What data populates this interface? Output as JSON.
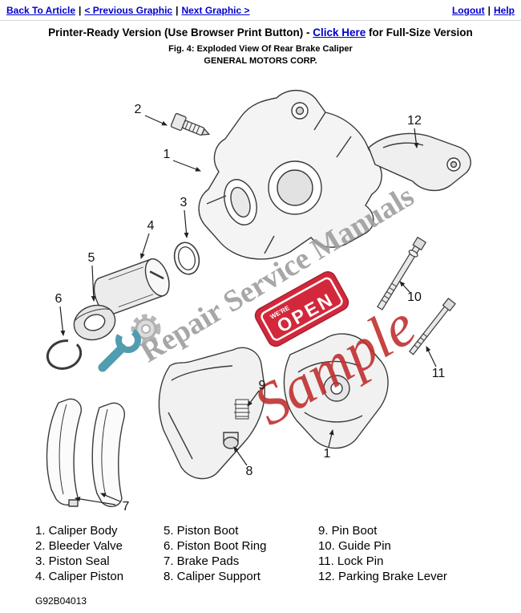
{
  "nav": {
    "back_to_article": "Back To Article",
    "previous_graphic": "< Previous Graphic",
    "next_graphic": "Next Graphic >",
    "logout": "Logout",
    "help": "Help",
    "separator": "|"
  },
  "header": {
    "title_prefix": "Printer-Ready Version (Use Browser Print Button) - ",
    "click_here": "Click Here",
    "title_suffix": " for Full-Size Version",
    "figure_caption": "Fig. 4: Exploded View Of Rear Brake Caliper",
    "manufacturer": "GENERAL MOTORS CORP."
  },
  "diagram": {
    "callouts": {
      "n1": "1",
      "n2": "2",
      "n3": "3",
      "n4": "4",
      "n5": "5",
      "n6": "6",
      "n7": "7",
      "n8": "8",
      "n9": "9",
      "n10": "10",
      "n11": "11",
      "n12": "12",
      "n1_lower": "1"
    },
    "watermark": {
      "brand": "Repair Service Manuals",
      "sample": "Sample",
      "open_sign": "OPEN",
      "open_sign_prefix": "WE'RE"
    }
  },
  "legend": {
    "items": [
      "1. Caliper Body",
      "2. Bleeder Valve",
      "3. Piston Seal",
      "4. Caliper Piston",
      "5. Piston Boot",
      "6. Piston Boot Ring",
      "7. Brake Pads",
      "8. Caliper Support",
      "9. Pin Boot",
      "10. Guide Pin",
      "11. Lock Pin",
      "12. Parking Brake Lever"
    ]
  },
  "footer": {
    "document_code": "G92B04013"
  },
  "colors": {
    "link": "#0000cc",
    "watermark_gray": "#9e9e9e",
    "watermark_red": "#c03030",
    "open_sign_red": "#cf1126",
    "wrench_teal": "#3e93a8"
  }
}
